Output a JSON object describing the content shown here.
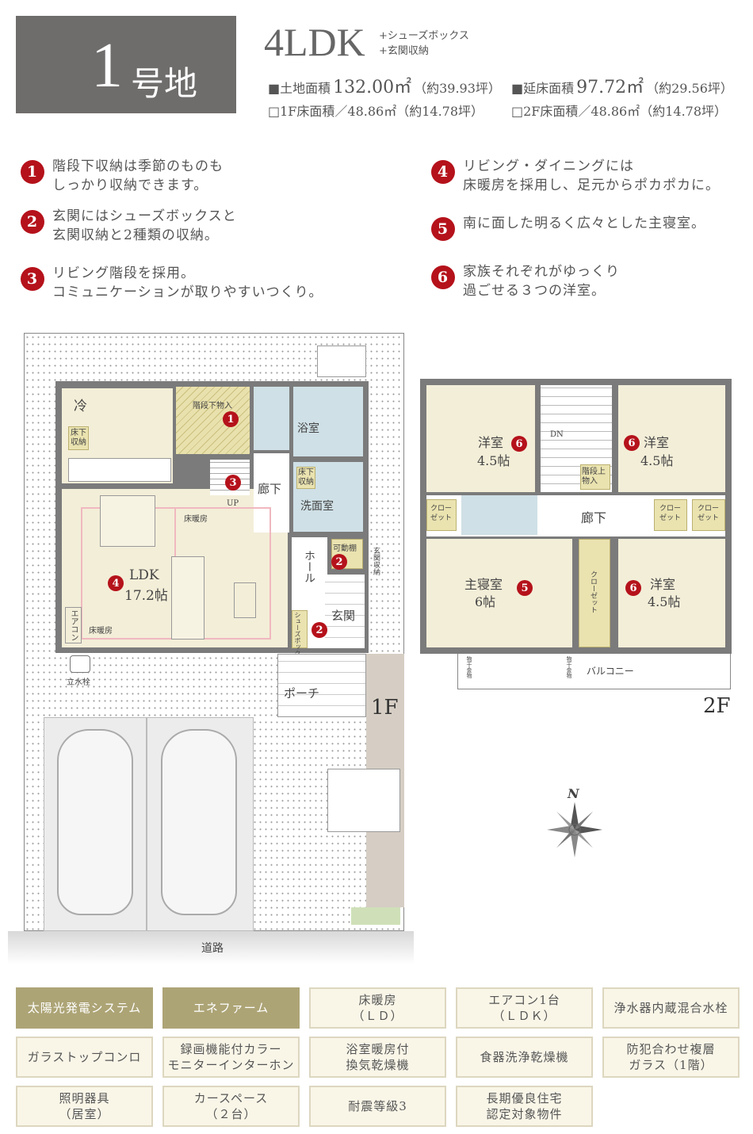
{
  "header": {
    "lot_number": "1",
    "lot_suffix": "号地",
    "plan_type": "4LDK",
    "plan_extras": [
      "+シューズボックス",
      "+玄関収納"
    ]
  },
  "areas": {
    "land": {
      "label": "■土地面積",
      "value": "132.00㎡",
      "tsubo": "（約39.93坪）"
    },
    "total_floor": {
      "label": "■延床面積",
      "value": "97.72㎡",
      "tsubo": "（約29.56坪）"
    },
    "floor1": {
      "label": "□1F床面積／48.86㎡",
      "tsubo": "（約14.78坪）"
    },
    "floor2": {
      "label": "□2F床面積／48.86㎡",
      "tsubo": "（約14.78坪）"
    }
  },
  "points": [
    {
      "num": "1",
      "lines": [
        "階段下収納は季節のものも",
        "しっかり収納できます。"
      ]
    },
    {
      "num": "2",
      "lines": [
        "玄関にはシューズボックスと",
        "玄関収納と2種類の収納。"
      ]
    },
    {
      "num": "3",
      "lines": [
        "リビング階段を採用。",
        "コミュニケーションが取りやすいつくり。"
      ]
    },
    {
      "num": "4",
      "lines": [
        "リビング・ダイニングには",
        "床暖房を採用し、足元からポカポカに。"
      ]
    },
    {
      "num": "5",
      "lines": [
        "南に面した明るく広々とした主寝室。"
      ]
    },
    {
      "num": "6",
      "lines": [
        "家族それぞれがゆっくり",
        "過ごせる３つの洋室。"
      ]
    }
  ],
  "floor1": {
    "label": "1F",
    "rooms": {
      "fridge": "冷",
      "underfloor": "床下\n収納",
      "stair_storage": "階段下物入",
      "bath": "浴室",
      "hall_corridor": "廊下",
      "underfloor2": "床下\n収納",
      "washroom": "洗面室",
      "up": "UP",
      "floor_heat1": "床暖房",
      "floor_heat2": "床暖房",
      "ldk": "LDK",
      "ldk_size": "17.2帖",
      "aircon": "エアコン",
      "hall": "ホール",
      "shelf": "可動棚",
      "entrance": "玄関",
      "shoebox": "シューズボックス",
      "entrance_storage": "玄関収納",
      "porch": "ポーチ",
      "faucet": "立水栓"
    },
    "road": "道路"
  },
  "floor2": {
    "label": "2F",
    "rooms": {
      "western1": "洋室",
      "western1_size": "4.5帖",
      "dn": "DN",
      "western2": "洋室",
      "western2_size": "4.5帖",
      "stair_storage": "階段上\n物入",
      "closet1": "クロー\nゼット",
      "corridor": "廊下",
      "closet2": "クロー\nゼット",
      "closet3": "クロー\nゼット",
      "master": "主寝室",
      "master_size": "6帖",
      "closet4": "クローゼット",
      "western3": "洋室",
      "western3_size": "4.5帖",
      "balcony": "バルコニー",
      "hanger1": "物干金物",
      "hanger2": "物干金物"
    }
  },
  "compass": {
    "label": "N"
  },
  "features": [
    {
      "label": "太陽光発電システム",
      "highlight": true
    },
    {
      "label": "エネファーム",
      "highlight": true
    },
    {
      "label": "床暖房\n（ＬＤ）",
      "highlight": false
    },
    {
      "label": "エアコン1台\n（ＬＤＫ）",
      "highlight": false
    },
    {
      "label": "浄水器内蔵混合水栓",
      "highlight": false
    },
    {
      "label": "ガラストップコンロ",
      "highlight": false
    },
    {
      "label": "録画機能付カラー\nモニターインターホン",
      "highlight": false
    },
    {
      "label": "浴室暖房付\n換気乾燥機",
      "highlight": false
    },
    {
      "label": "食器洗浄乾燥機",
      "highlight": false
    },
    {
      "label": "防犯合わせ複層\nガラス（1階）",
      "highlight": false
    },
    {
      "label": "照明器具\n（居室）",
      "highlight": false
    },
    {
      "label": "カースペース\n（２台）",
      "highlight": false
    },
    {
      "label": "耐震等級3",
      "highlight": false
    },
    {
      "label": "長期優良住宅\n認定対象物件",
      "highlight": false
    }
  ],
  "colors": {
    "accent_red": "#b5121b",
    "title_gray": "#6f6d6c",
    "feature_gold": "#ada476",
    "feature_cream": "#f9f6e8"
  }
}
